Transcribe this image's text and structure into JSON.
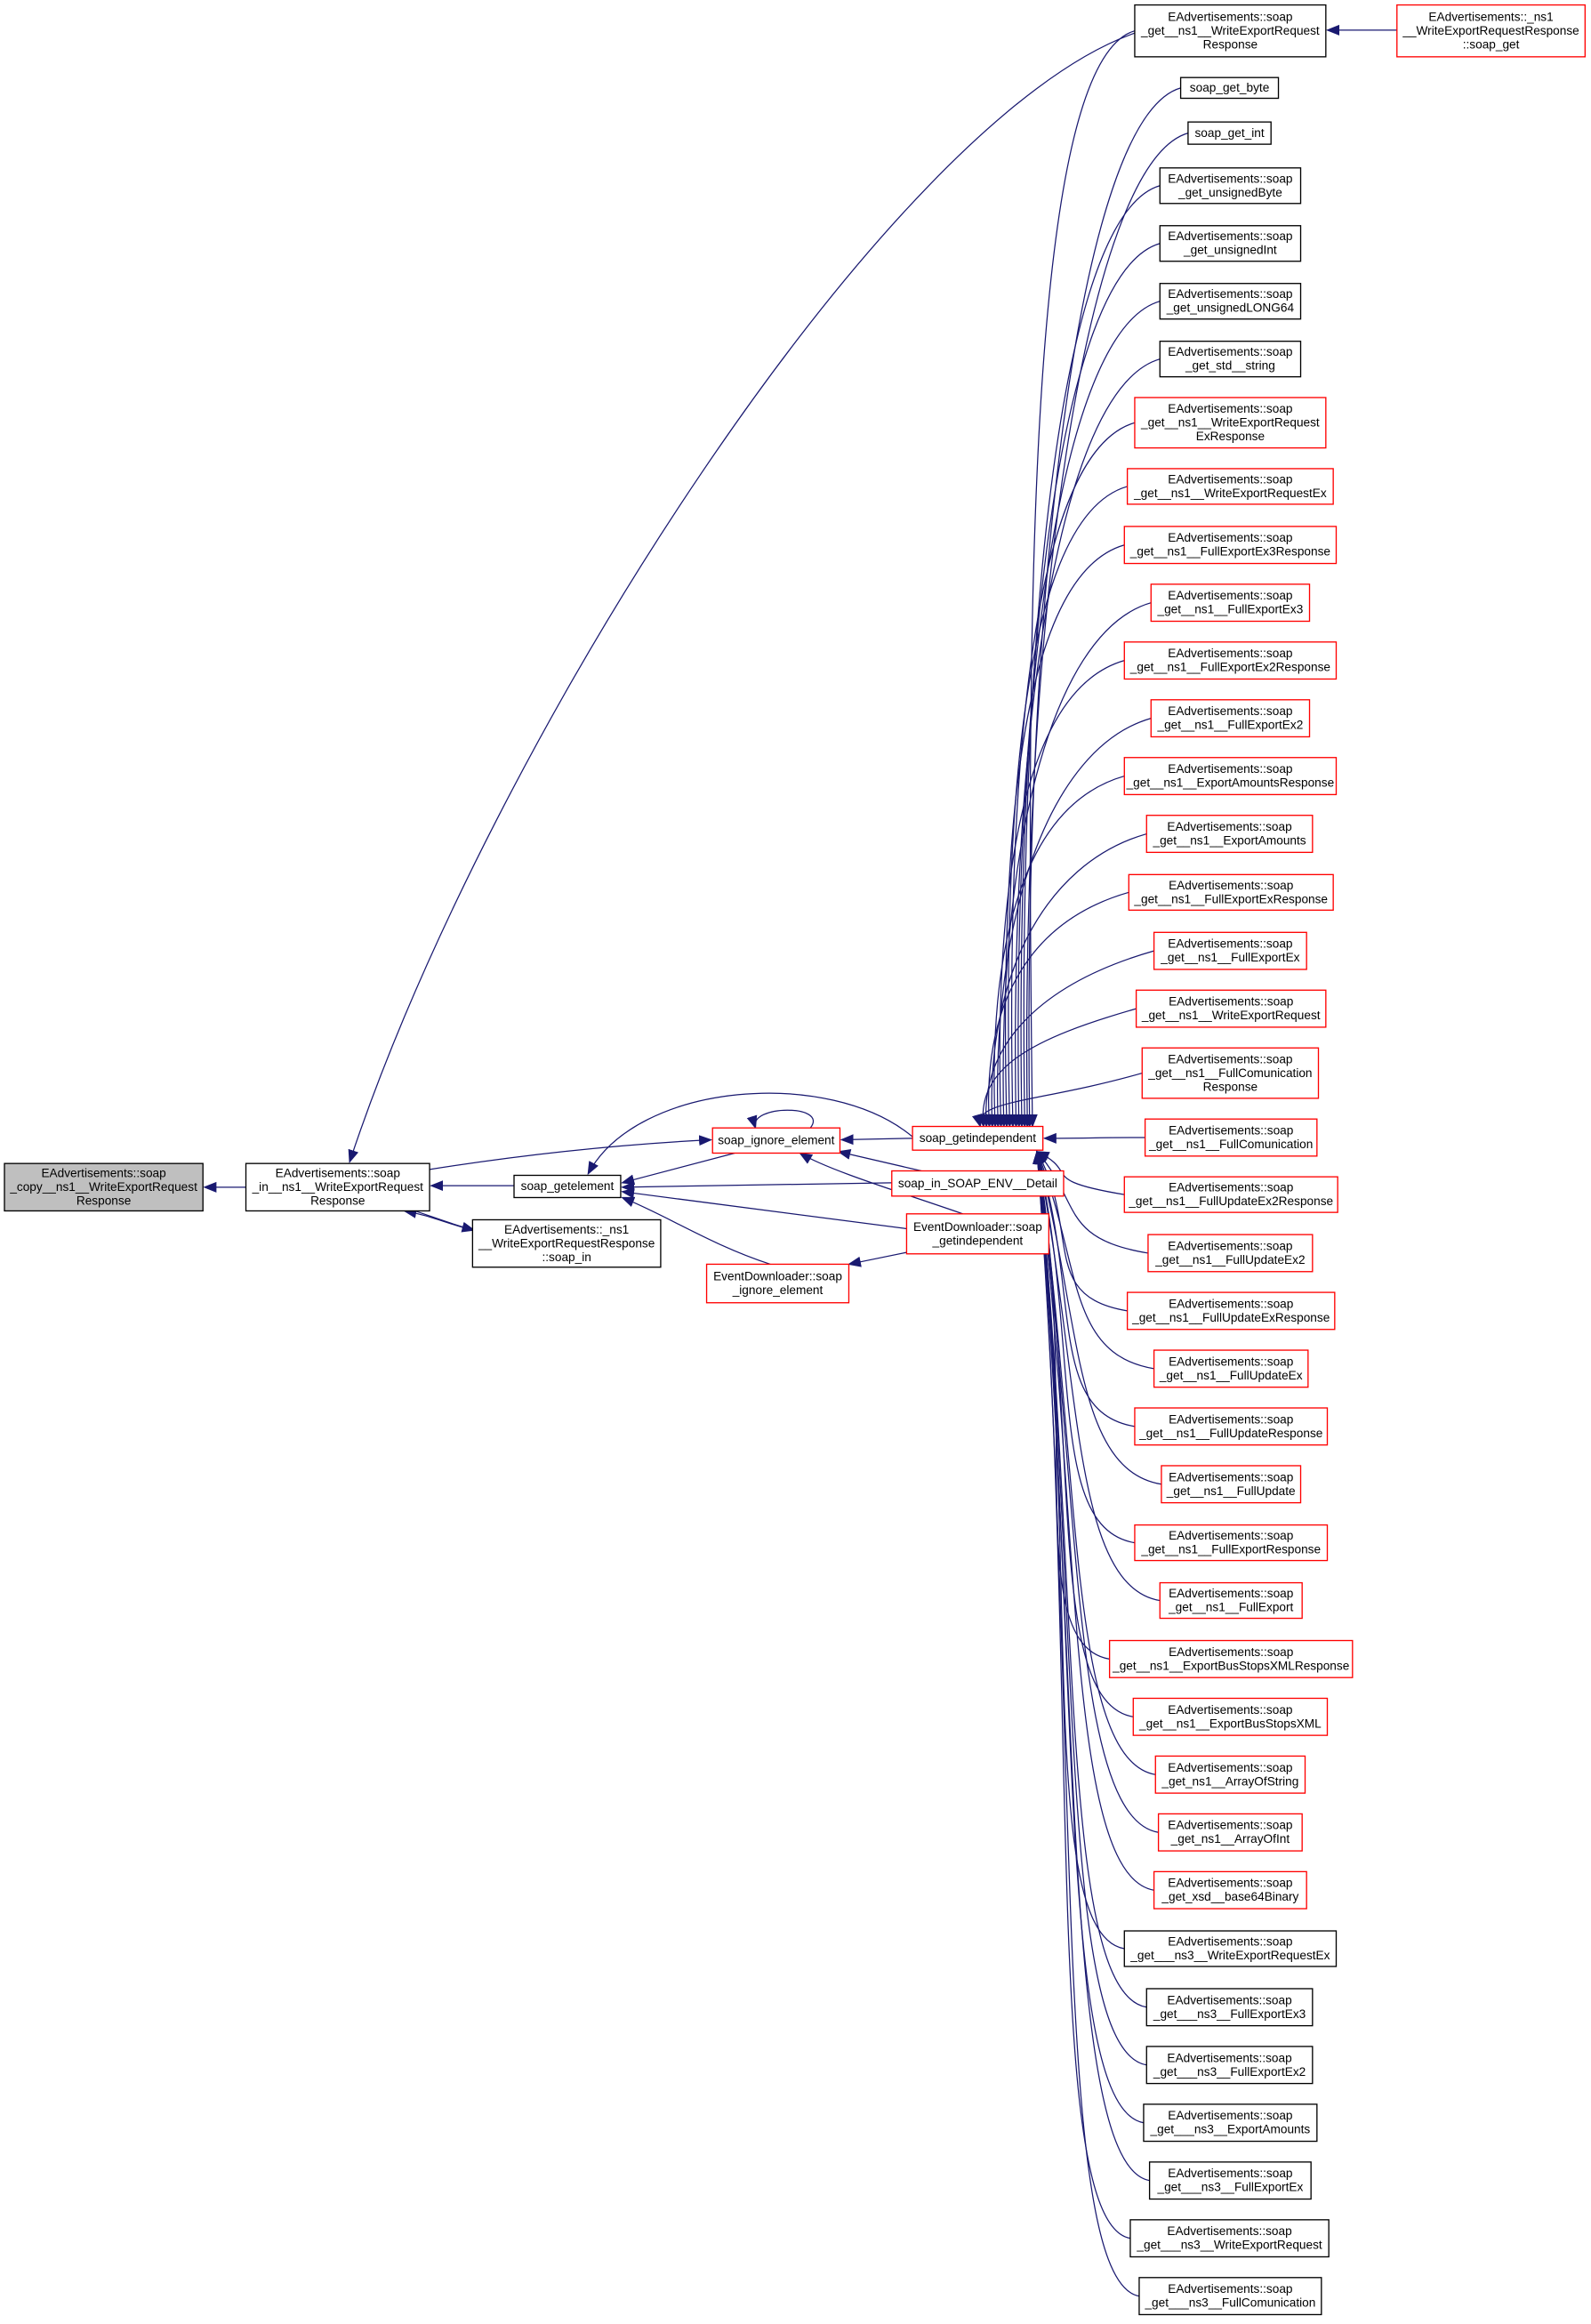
{
  "colors": {
    "edge": "#191970",
    "focus_fill": "#bfbfbf",
    "black_border": "#000000",
    "red_border": "#ff0000"
  },
  "nodes": [
    {
      "id": "n0",
      "style": "focus",
      "lines": [
        "EAdvertisements::soap",
        "_copy__ns1__WriteExportRequest",
        "Response"
      ]
    },
    {
      "id": "n1",
      "style": "black",
      "lines": [
        "EAdvertisements::soap",
        "_in__ns1__WriteExportRequest",
        "Response"
      ]
    },
    {
      "id": "n2",
      "style": "black",
      "lines": [
        "soap_getelement"
      ]
    },
    {
      "id": "n3",
      "style": "black",
      "lines": [
        "EAdvertisements::_ns1",
        "__WriteExportRequestResponse",
        "::soap_in"
      ]
    },
    {
      "id": "n4",
      "style": "red",
      "lines": [
        "soap_ignore_element"
      ]
    },
    {
      "id": "n5",
      "style": "red",
      "lines": [
        "soap_getindependent"
      ]
    },
    {
      "id": "n6",
      "style": "red",
      "lines": [
        "soap_in_SOAP_ENV__Detail"
      ]
    },
    {
      "id": "n7",
      "style": "red",
      "lines": [
        "EventDownloader::soap",
        "_getindependent"
      ]
    },
    {
      "id": "n8",
      "style": "red",
      "lines": [
        "EventDownloader::soap",
        "_ignore_element"
      ]
    },
    {
      "id": "far",
      "style": "red",
      "lines": [
        "EAdvertisements::_ns1",
        "__WriteExportRequestResponse",
        "::soap_get"
      ]
    },
    {
      "id": "r1",
      "style": "black",
      "lines": [
        "EAdvertisements::soap",
        "_get__ns1__WriteExportRequest",
        "Response"
      ]
    },
    {
      "id": "r2",
      "style": "black",
      "lines": [
        "soap_get_byte"
      ]
    },
    {
      "id": "r3",
      "style": "black",
      "lines": [
        "soap_get_int"
      ]
    },
    {
      "id": "r4",
      "style": "black",
      "lines": [
        "EAdvertisements::soap",
        "_get_unsignedByte"
      ]
    },
    {
      "id": "r5",
      "style": "black",
      "lines": [
        "EAdvertisements::soap",
        "_get_unsignedInt"
      ]
    },
    {
      "id": "r6",
      "style": "black",
      "lines": [
        "EAdvertisements::soap",
        "_get_unsignedLONG64"
      ]
    },
    {
      "id": "r7",
      "style": "black",
      "lines": [
        "EAdvertisements::soap",
        "_get_std__string"
      ]
    },
    {
      "id": "r8",
      "style": "red",
      "lines": [
        "EAdvertisements::soap",
        "_get__ns1__WriteExportRequest",
        "ExResponse"
      ]
    },
    {
      "id": "r9",
      "style": "red",
      "lines": [
        "EAdvertisements::soap",
        "_get__ns1__WriteExportRequestEx"
      ]
    },
    {
      "id": "r10",
      "style": "red",
      "lines": [
        "EAdvertisements::soap",
        "_get__ns1__FullExportEx3Response"
      ]
    },
    {
      "id": "r11",
      "style": "red",
      "lines": [
        "EAdvertisements::soap",
        "_get__ns1__FullExportEx3"
      ]
    },
    {
      "id": "r12",
      "style": "red",
      "lines": [
        "EAdvertisements::soap",
        "_get__ns1__FullExportEx2Response"
      ]
    },
    {
      "id": "r13",
      "style": "red",
      "lines": [
        "EAdvertisements::soap",
        "_get__ns1__FullExportEx2"
      ]
    },
    {
      "id": "r14",
      "style": "red",
      "lines": [
        "EAdvertisements::soap",
        "_get__ns1__ExportAmountsResponse"
      ]
    },
    {
      "id": "r15",
      "style": "red",
      "lines": [
        "EAdvertisements::soap",
        "_get__ns1__ExportAmounts"
      ]
    },
    {
      "id": "r16",
      "style": "red",
      "lines": [
        "EAdvertisements::soap",
        "_get__ns1__FullExportExResponse"
      ]
    },
    {
      "id": "r17",
      "style": "red",
      "lines": [
        "EAdvertisements::soap",
        "_get__ns1__FullExportEx"
      ]
    },
    {
      "id": "r18",
      "style": "red",
      "lines": [
        "EAdvertisements::soap",
        "_get__ns1__WriteExportRequest"
      ]
    },
    {
      "id": "r19",
      "style": "red",
      "lines": [
        "EAdvertisements::soap",
        "_get__ns1__FullComunication",
        "Response"
      ]
    },
    {
      "id": "r20",
      "style": "red",
      "lines": [
        "EAdvertisements::soap",
        "_get__ns1__FullComunication"
      ]
    },
    {
      "id": "r21",
      "style": "red",
      "lines": [
        "EAdvertisements::soap",
        "_get__ns1__FullUpdateEx2Response"
      ]
    },
    {
      "id": "r22",
      "style": "red",
      "lines": [
        "EAdvertisements::soap",
        "_get__ns1__FullUpdateEx2"
      ]
    },
    {
      "id": "r23",
      "style": "red",
      "lines": [
        "EAdvertisements::soap",
        "_get__ns1__FullUpdateExResponse"
      ]
    },
    {
      "id": "r24",
      "style": "red",
      "lines": [
        "EAdvertisements::soap",
        "_get__ns1__FullUpdateEx"
      ]
    },
    {
      "id": "r25",
      "style": "red",
      "lines": [
        "EAdvertisements::soap",
        "_get__ns1__FullUpdateResponse"
      ]
    },
    {
      "id": "r26",
      "style": "red",
      "lines": [
        "EAdvertisements::soap",
        "_get__ns1__FullUpdate"
      ]
    },
    {
      "id": "r27",
      "style": "red",
      "lines": [
        "EAdvertisements::soap",
        "_get__ns1__FullExportResponse"
      ]
    },
    {
      "id": "r28",
      "style": "red",
      "lines": [
        "EAdvertisements::soap",
        "_get__ns1__FullExport"
      ]
    },
    {
      "id": "r29",
      "style": "red",
      "lines": [
        "EAdvertisements::soap",
        "_get__ns1__ExportBusStopsXMLResponse"
      ]
    },
    {
      "id": "r30",
      "style": "red",
      "lines": [
        "EAdvertisements::soap",
        "_get__ns1__ExportBusStopsXML"
      ]
    },
    {
      "id": "r31",
      "style": "red",
      "lines": [
        "EAdvertisements::soap",
        "_get_ns1__ArrayOfString"
      ]
    },
    {
      "id": "r32",
      "style": "red",
      "lines": [
        "EAdvertisements::soap",
        "_get_ns1__ArrayOfInt"
      ]
    },
    {
      "id": "r33",
      "style": "red",
      "lines": [
        "EAdvertisements::soap",
        "_get_xsd__base64Binary"
      ]
    },
    {
      "id": "r34",
      "style": "black",
      "lines": [
        "EAdvertisements::soap",
        "_get___ns3__WriteExportRequestEx"
      ]
    },
    {
      "id": "r35",
      "style": "black",
      "lines": [
        "EAdvertisements::soap",
        "_get___ns3__FullExportEx3"
      ]
    },
    {
      "id": "r36",
      "style": "black",
      "lines": [
        "EAdvertisements::soap",
        "_get___ns3__FullExportEx2"
      ]
    },
    {
      "id": "r37",
      "style": "black",
      "lines": [
        "EAdvertisements::soap",
        "_get___ns3__ExportAmounts"
      ]
    },
    {
      "id": "r38",
      "style": "black",
      "lines": [
        "EAdvertisements::soap",
        "_get___ns3__FullExportEx"
      ]
    },
    {
      "id": "r39",
      "style": "black",
      "lines": [
        "EAdvertisements::soap",
        "_get___ns3__WriteExportRequest"
      ]
    },
    {
      "id": "r40",
      "style": "black",
      "lines": [
        "EAdvertisements::soap",
        "_get___ns3__FullComunication"
      ]
    }
  ]
}
